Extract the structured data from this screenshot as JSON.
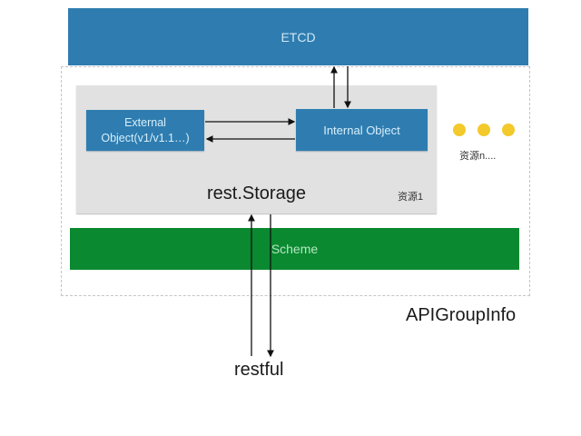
{
  "diagram": {
    "etcd": {
      "label": "ETCD",
      "color": "#2f7db0"
    },
    "api_group_info": {
      "label": "APIGroupInfo"
    },
    "rest_storage": {
      "label": "rest.Storage",
      "resource_label": "资源1",
      "external_object": {
        "line1": "External",
        "line2": "Object(v1/v1.1…)"
      },
      "internal_object": {
        "label": "Internal Object"
      }
    },
    "more_resources": {
      "label": "资源n....",
      "dot_count": 3,
      "dot_color": "#f3c92b"
    },
    "scheme": {
      "label": "Scheme",
      "color": "#0a8930"
    },
    "restful": {
      "label": "restful"
    },
    "edges": [
      {
        "from": "External Object",
        "to": "Internal Object"
      },
      {
        "from": "Internal Object",
        "to": "External Object"
      },
      {
        "from": "Internal Object",
        "to": "ETCD"
      },
      {
        "from": "ETCD",
        "to": "Internal Object"
      },
      {
        "from": "restful",
        "to": "rest.Storage"
      },
      {
        "from": "rest.Storage",
        "to": "restful"
      }
    ]
  }
}
